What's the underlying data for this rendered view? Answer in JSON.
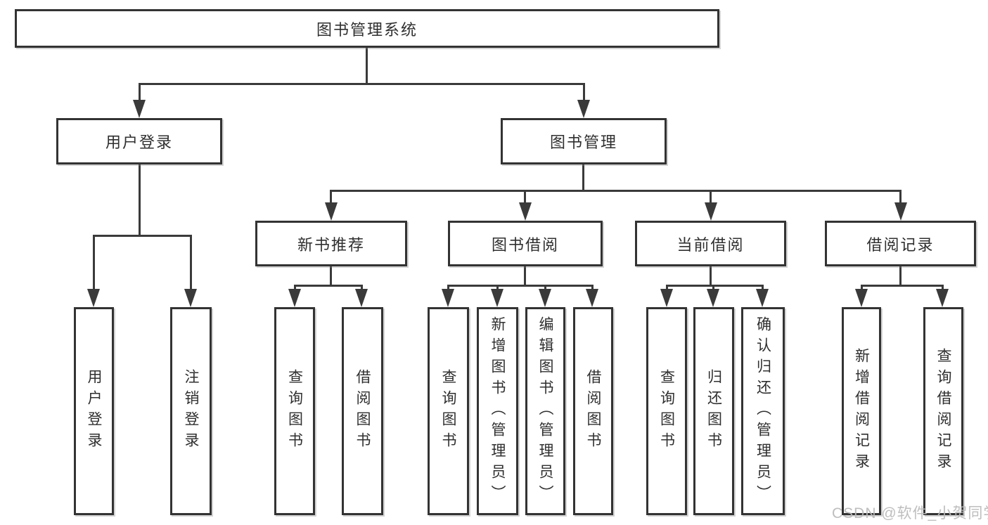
{
  "tree": {
    "root": {
      "label": "图书管理系统"
    },
    "login": {
      "label": "用户登录",
      "children": [
        {
          "label": "用户登录"
        },
        {
          "label": "注销登录"
        }
      ]
    },
    "mgmt": {
      "label": "图书管理",
      "children": [
        {
          "label": "新书推荐",
          "children": [
            {
              "label": "查询图书"
            },
            {
              "label": "借阅图书"
            }
          ]
        },
        {
          "label": "图书借阅",
          "children": [
            {
              "label": "查询图书"
            },
            {
              "label": "新增图书（管理员）"
            },
            {
              "label": "编辑图书（管理员）"
            },
            {
              "label": "借阅图书"
            }
          ]
        },
        {
          "label": "当前借阅",
          "children": [
            {
              "label": "查询图书"
            },
            {
              "label": "归还图书"
            },
            {
              "label": "确认归还（管理员）"
            }
          ]
        },
        {
          "label": "借阅记录",
          "children": [
            {
              "label": "新增借阅记录"
            },
            {
              "label": "查询借阅记录"
            }
          ]
        }
      ]
    }
  },
  "watermark": {
    "text": "CSDN @软件_小贺同学"
  },
  "colors": {
    "line": "#3a3a3a",
    "box_border": "#333333",
    "text": "#2f2f2f",
    "watermark": "#bababa",
    "background": "#ffffff"
  }
}
